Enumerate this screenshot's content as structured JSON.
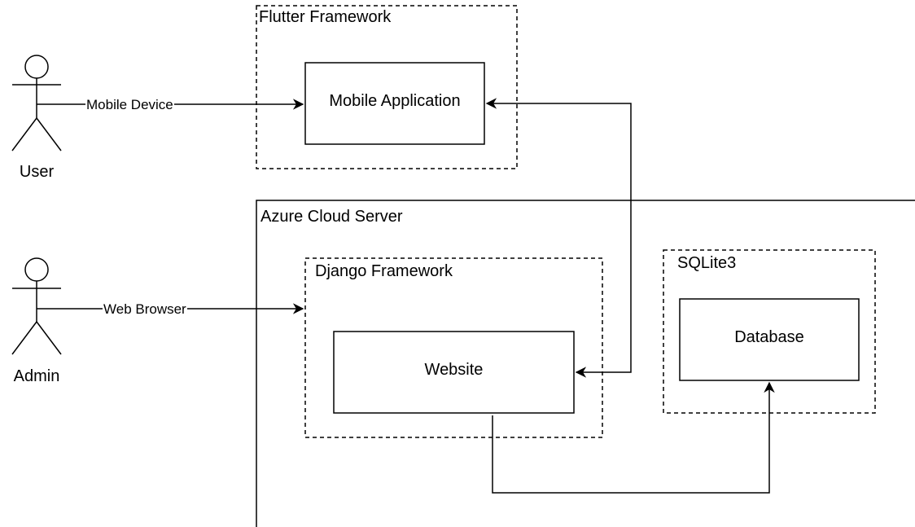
{
  "actors": {
    "user": {
      "label": "User"
    },
    "admin": {
      "label": "Admin"
    }
  },
  "containers": {
    "flutter": {
      "label": "Flutter Framework"
    },
    "azure": {
      "label": "Azure Cloud Server"
    },
    "django": {
      "label": "Django Framework"
    },
    "sqlite": {
      "label": "SQLite3"
    }
  },
  "components": {
    "mobile_app": {
      "label": "Mobile Application"
    },
    "website": {
      "label": "Website"
    },
    "database": {
      "label": "Database"
    }
  },
  "connectors": {
    "user_to_mobile": {
      "label": "Mobile Device"
    },
    "admin_to_django": {
      "label": "Web Browser"
    }
  }
}
